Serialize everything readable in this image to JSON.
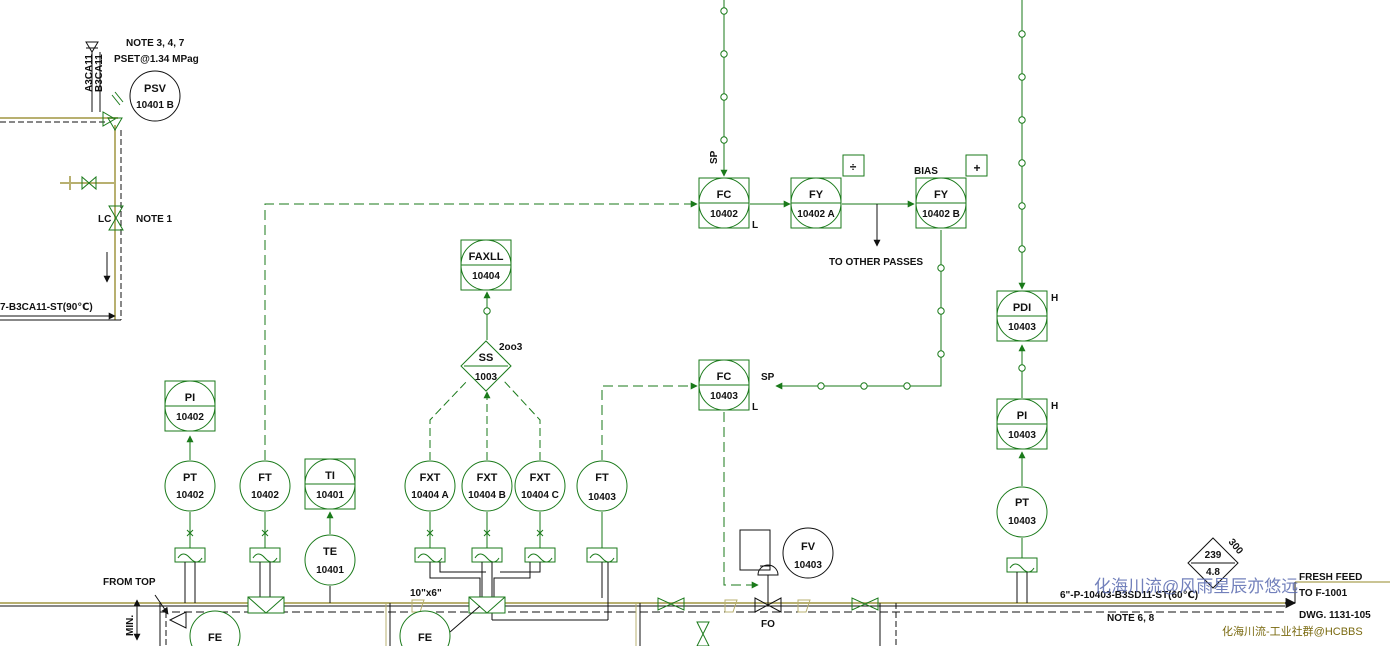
{
  "instruments": {
    "psv": {
      "a": "PSV",
      "b": "10401 B"
    },
    "fc_top": {
      "a": "FC",
      "b": "10402"
    },
    "fy_a": {
      "a": "FY",
      "b": "10402 A"
    },
    "fy_b": {
      "a": "FY",
      "b": "10402 B"
    },
    "faxll": {
      "a": "FAXLL",
      "b": "10404"
    },
    "ss": {
      "a": "SS",
      "b": "1003"
    },
    "fc_mid": {
      "a": "FC",
      "b": "10403"
    },
    "pdi": {
      "a": "PDI",
      "b": "10403"
    },
    "pi_right": {
      "a": "PI",
      "b": "10403"
    },
    "pi_left": {
      "a": "PI",
      "b": "10402"
    },
    "pt_left": {
      "a": "PT",
      "b": "10402"
    },
    "ft_left": {
      "a": "FT",
      "b": "10402"
    },
    "ti": {
      "a": "TI",
      "b": "10401"
    },
    "te": {
      "a": "TE",
      "b": "10401"
    },
    "fxt_a": {
      "a": "FXT",
      "b": "10404 A"
    },
    "fxt_b": {
      "a": "FXT",
      "b": "10404 B"
    },
    "fxt_c": {
      "a": "FXT",
      "b": "10404 C"
    },
    "ft_mid": {
      "a": "FT",
      "b": "10403"
    },
    "fv": {
      "a": "FV",
      "b": "10403"
    },
    "pt_right": {
      "a": "PT",
      "b": "10403"
    },
    "fe_left": {
      "a": "FE"
    },
    "fe_mid": {
      "a": "FE"
    }
  },
  "labels": {
    "note_347": "NOTE 3, 4, 7",
    "pset": "PSET@1.34 MPag",
    "a3ca11": "A3CA11",
    "b3ca11": "B3CA11",
    "lc": "LC",
    "note1": "NOTE 1",
    "line_st": "7-B3CA11-ST(90℃)",
    "sp_top": "SP",
    "l_top": "L",
    "bias": "BIAS",
    "divide": "÷",
    "plus": "+",
    "to_other": "TO OTHER PASSES",
    "twooo3": "2oo3",
    "sp_mid": "SP",
    "l_mid": "L",
    "h_pdi": "H",
    "h_pi": "H",
    "from_top": "FROM TOP",
    "min": "MIN.",
    "reducer": "10\"x6\"",
    "fo": "FO",
    "diamond_top": "239",
    "diamond_bot": "4.8",
    "diamond_side": "300",
    "line_main": "6\"-P-10403-B3SD11-ST(60℃)",
    "fresh_feed": "FRESH FEED",
    "to_1001": "TO F-1001",
    "dwg": "DWG. 1131-105",
    "note68": "NOTE 6, 8"
  },
  "watermark": {
    "main": "化海川流@风雨星辰亦悠远",
    "sub": "化海川流-工业社群@HCBBS"
  },
  "colors": {
    "line": "#1a7a1a",
    "pipe": "#b8b070",
    "ink": "#111111"
  }
}
